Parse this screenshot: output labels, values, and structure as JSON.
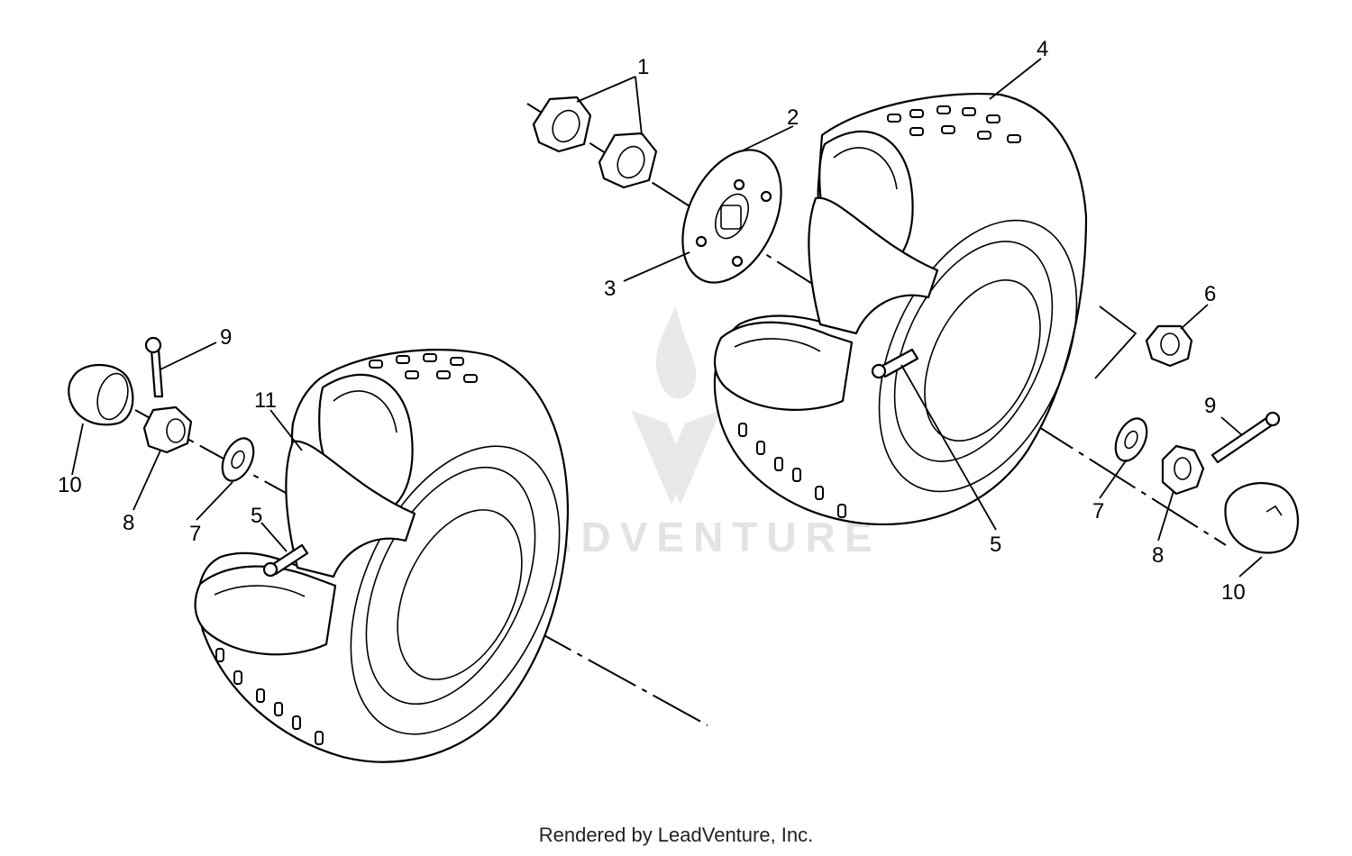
{
  "callouts": {
    "c1": "1",
    "c2": "2",
    "c3": "3",
    "c4": "4",
    "c5_right": "5",
    "c6": "6",
    "c7_right": "7",
    "c8_right": "8",
    "c9_right": "9",
    "c10_right": "10",
    "c9_left": "9",
    "c10_left": "10",
    "c8_left": "8",
    "c7_left": "7",
    "c11": "11",
    "c5_left": "5"
  },
  "watermark": "LEADVENTURE",
  "footer": "Rendered by LeadVenture, Inc."
}
